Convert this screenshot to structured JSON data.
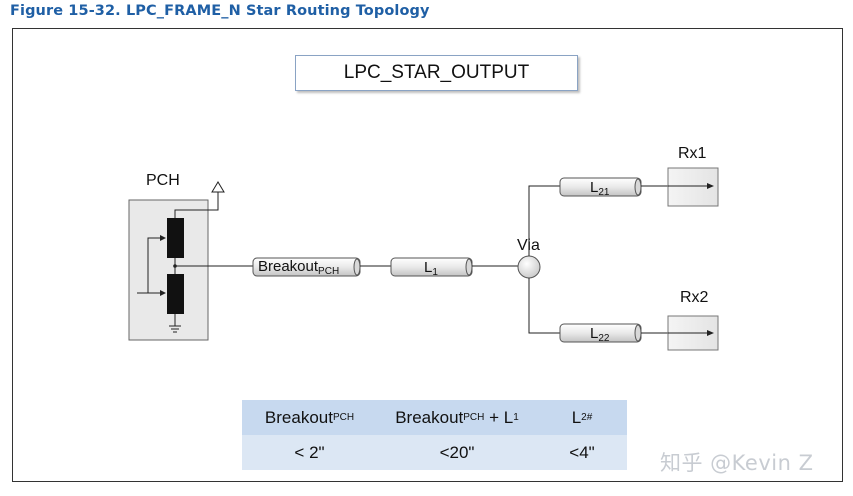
{
  "caption": "Figure 15-32. LPC_FRAME_N Star Routing Topology",
  "title_box": "LPC_STAR_OUTPUT",
  "labels": {
    "pch": "PCH",
    "via": "Via",
    "rx1": "Rx1",
    "rx2": "Rx2"
  },
  "segments": {
    "breakout": {
      "main": "Breakout",
      "sub": "PCH"
    },
    "l1": {
      "main": "L",
      "sub": "1"
    },
    "l21": {
      "main": "L",
      "sub": "21"
    },
    "l22": {
      "main": "L",
      "sub": "22"
    }
  },
  "table": {
    "headers": [
      {
        "main": "Breakout",
        "sub": "PCH",
        "tail": ""
      },
      {
        "main": "Breakout",
        "sub": "PCH",
        "tail": " + L",
        "tail_sub": "1"
      },
      {
        "main": "L",
        "sub": "2#",
        "tail": ""
      }
    ],
    "values": [
      "< 2\"",
      "<20\"",
      "<4\""
    ]
  },
  "watermark": "知乎 @Kevin Z",
  "colors": {
    "caption": "#1f5fa5",
    "table_header": "#c7d9ef",
    "table_body": "#dce7f4",
    "title_border": "#8aa3c4"
  }
}
